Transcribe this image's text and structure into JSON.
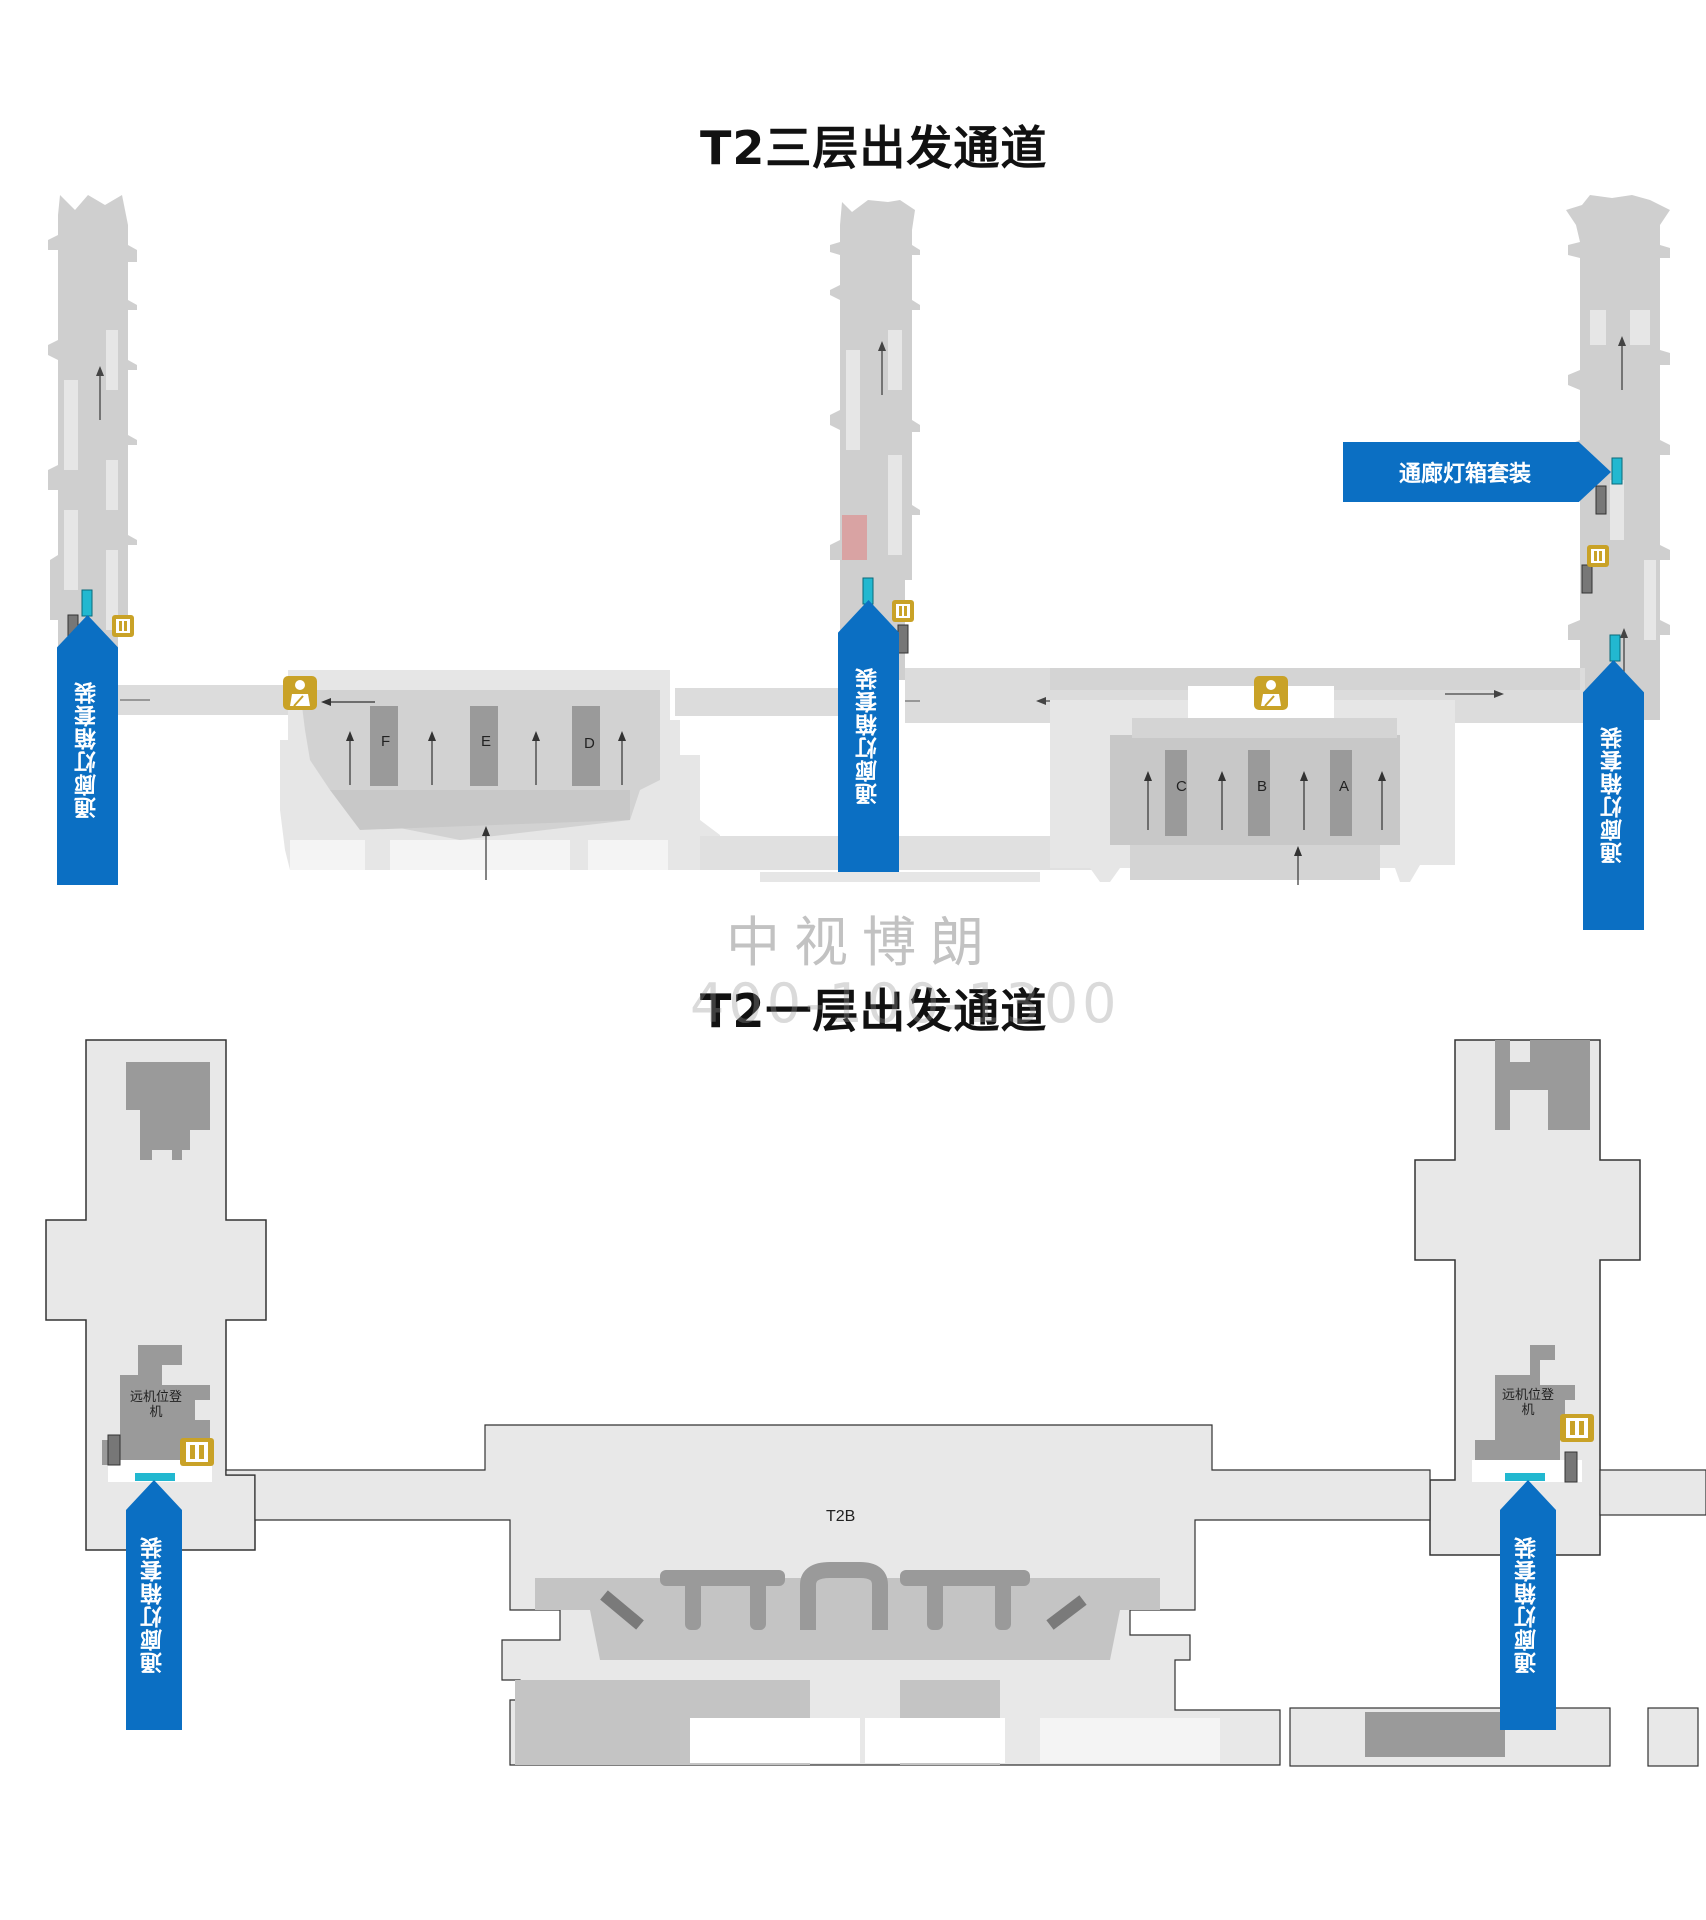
{
  "upper_map": {
    "title": "T2三层出发通道",
    "gates": [
      "F",
      "E",
      "D",
      "C",
      "B",
      "A"
    ]
  },
  "lower_map": {
    "title": "T2一层出发通道",
    "remote_boarding": "远机位登机",
    "terminal_label": "T2B"
  },
  "ad_label": "通廊灯箱套装",
  "watermark": {
    "line1": "中视博朗",
    "line2": "400-100-1300"
  },
  "colors": {
    "ad_blue": "#0b6fc3",
    "lightbox_cyan": "#22b8d0",
    "service_gold": "#c9a227",
    "floor_light": "#e6e6e6",
    "floor_mid": "#c8c8c8",
    "floor_dark": "#9a9a9a",
    "highlight_pink": "#d9a3a3"
  },
  "icons": [
    "restroom-icon",
    "security-check-icon",
    "escalator-icon",
    "direction-arrow-icon"
  ]
}
